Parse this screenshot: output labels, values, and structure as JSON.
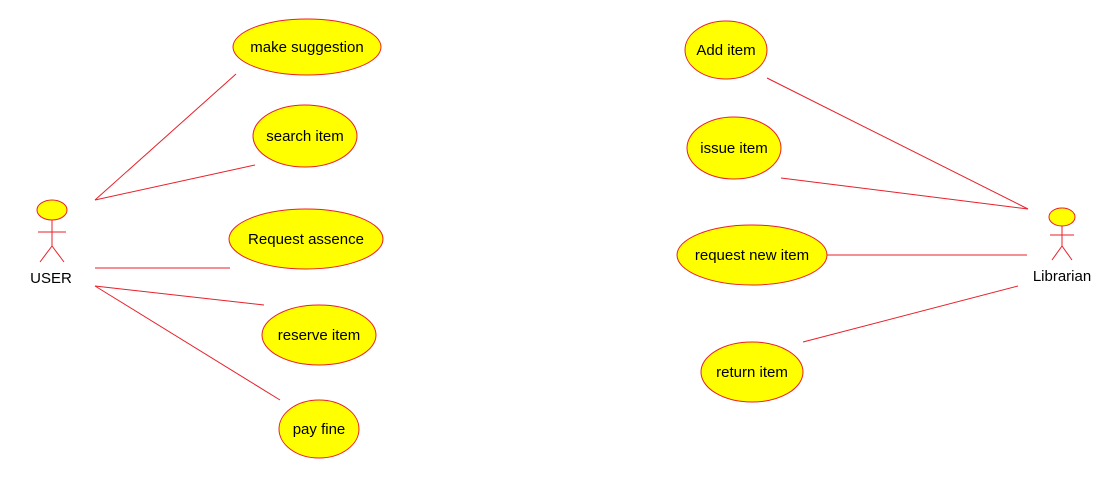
{
  "colors": {
    "line": "#e8202a",
    "usecase_fill": "#ffff00",
    "usecase_stroke": "#e8202a",
    "text": "#000000"
  },
  "actors": [
    {
      "id": "user",
      "label": "USER"
    },
    {
      "id": "librarian",
      "label": "Librarian"
    }
  ],
  "use_cases": [
    {
      "id": "make-suggestion",
      "label": "make suggestion",
      "actor": "user"
    },
    {
      "id": "search-item",
      "label": "search item",
      "actor": "user"
    },
    {
      "id": "request-assence",
      "label": "Request assence",
      "actor": "user"
    },
    {
      "id": "reserve-item",
      "label": "reserve item",
      "actor": "user"
    },
    {
      "id": "pay-fine",
      "label": "pay fine",
      "actor": "user"
    },
    {
      "id": "add-item",
      "label": "Add item",
      "actor": "librarian"
    },
    {
      "id": "issue-item",
      "label": "issue item",
      "actor": "librarian"
    },
    {
      "id": "request-new-item",
      "label": "request new item",
      "actor": "librarian"
    },
    {
      "id": "return-item",
      "label": "return item",
      "actor": "librarian"
    }
  ]
}
